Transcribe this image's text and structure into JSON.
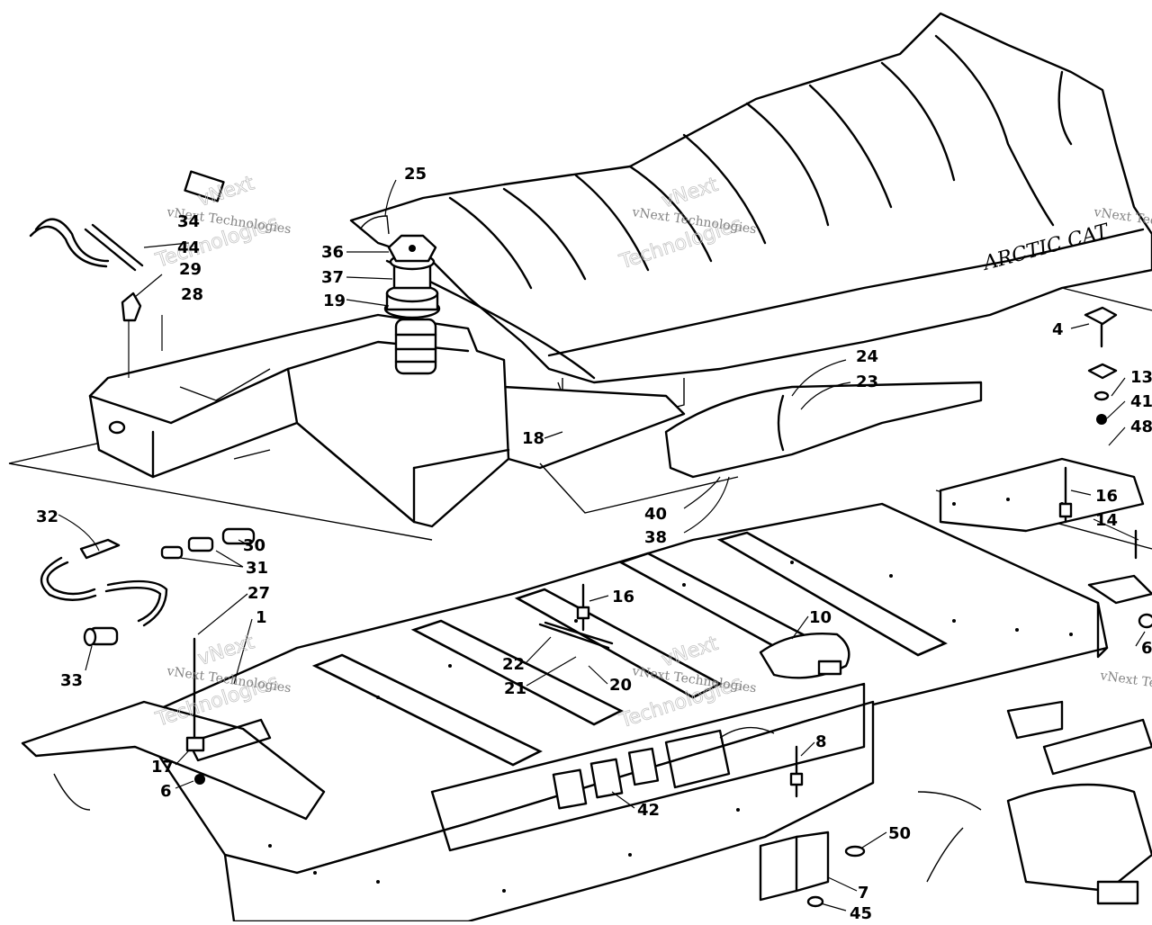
{
  "diagram": {
    "brand_decal": "ARCTIC CAT",
    "watermark": {
      "line1": "vNext",
      "line2": "Technologies",
      "line3": "vNext Technologies"
    },
    "callouts": [
      {
        "id": "c25",
        "label": "25"
      },
      {
        "id": "c34",
        "label": "34"
      },
      {
        "id": "c44",
        "label": "44"
      },
      {
        "id": "c29",
        "label": "29"
      },
      {
        "id": "c28",
        "label": "28"
      },
      {
        "id": "c36",
        "label": "36"
      },
      {
        "id": "c37",
        "label": "37"
      },
      {
        "id": "c19",
        "label": "19"
      },
      {
        "id": "c4",
        "label": "4"
      },
      {
        "id": "c24",
        "label": "24"
      },
      {
        "id": "c23",
        "label": "23"
      },
      {
        "id": "c13",
        "label": "13"
      },
      {
        "id": "c41",
        "label": "41"
      },
      {
        "id": "c48",
        "label": "48"
      },
      {
        "id": "c18",
        "label": "18"
      },
      {
        "id": "c40",
        "label": "40"
      },
      {
        "id": "c38",
        "label": "38"
      },
      {
        "id": "c16a",
        "label": "16"
      },
      {
        "id": "c14",
        "label": "14"
      },
      {
        "id": "c32",
        "label": "32"
      },
      {
        "id": "c30",
        "label": "30"
      },
      {
        "id": "c31",
        "label": "31"
      },
      {
        "id": "c27",
        "label": "27"
      },
      {
        "id": "c1",
        "label": "1"
      },
      {
        "id": "c33",
        "label": "33"
      },
      {
        "id": "c16b",
        "label": "16"
      },
      {
        "id": "c10",
        "label": "10"
      },
      {
        "id": "c22",
        "label": "22"
      },
      {
        "id": "c21",
        "label": "21"
      },
      {
        "id": "c20",
        "label": "20"
      },
      {
        "id": "c6a",
        "label": "6"
      },
      {
        "id": "c17",
        "label": "17"
      },
      {
        "id": "c6b",
        "label": "6"
      },
      {
        "id": "c8",
        "label": "8"
      },
      {
        "id": "c42",
        "label": "42"
      },
      {
        "id": "c50",
        "label": "50"
      },
      {
        "id": "c7",
        "label": "7"
      },
      {
        "id": "c45",
        "label": "45"
      }
    ]
  }
}
